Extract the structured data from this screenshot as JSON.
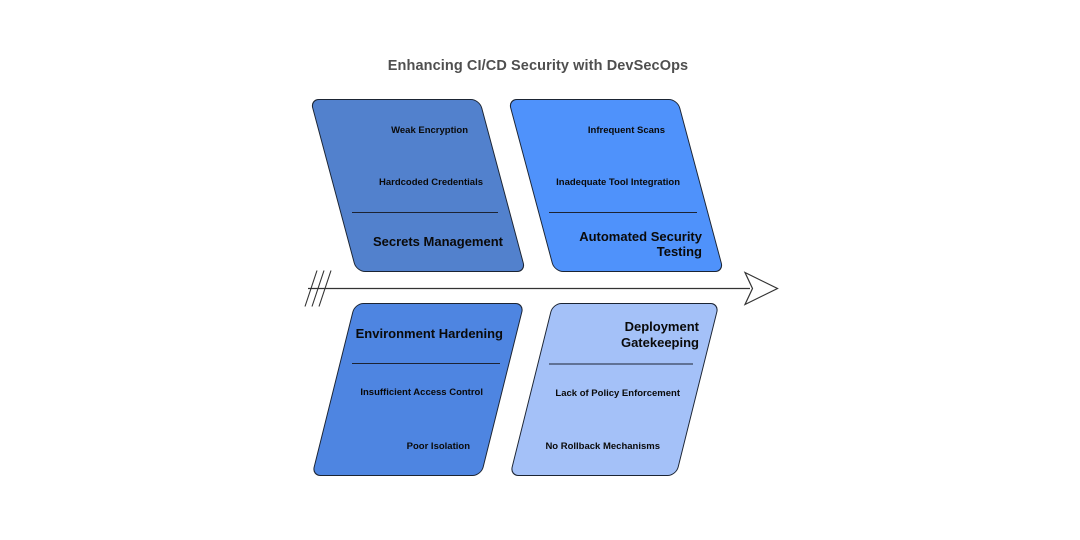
{
  "diagram": {
    "type": "fishbone",
    "title": "Enhancing CI/CD Security with DevSecOps"
  },
  "colors": {
    "title_text": "#4f4f4f",
    "label_text": "#0a0a0a",
    "shape_outline": "#1b2433",
    "spine_stroke": "#333333",
    "arrowhead_fill": "#ffffff",
    "divider_stroke": "#1c2333"
  },
  "branches": [
    {
      "position": "top-left",
      "title": "Secrets Management",
      "title_lines": [
        "Secrets Management"
      ],
      "causes": [
        "Weak Encryption",
        "Hardcoded Credentials"
      ],
      "fill": "#5281cd"
    },
    {
      "position": "top-right",
      "title": "Automated Security Testing",
      "title_lines": [
        "Automated Security",
        "Testing"
      ],
      "causes": [
        "Infrequent Scans",
        "Inadequate Tool Integration"
      ],
      "fill": "#4f92fb"
    },
    {
      "position": "bottom-left",
      "title": "Environment Hardening",
      "title_lines": [
        "Environment Hardening"
      ],
      "causes": [
        "Insufficient Access Control",
        "Poor Isolation"
      ],
      "fill": "#4e85e1"
    },
    {
      "position": "bottom-right",
      "title": "Deployment Gatekeeping",
      "title_lines": [
        "Deployment",
        "Gatekeeping"
      ],
      "causes": [
        "Lack of Policy Enforcement",
        "No Rollback Mechanisms"
      ],
      "fill": "#a4c1f8"
    }
  ]
}
